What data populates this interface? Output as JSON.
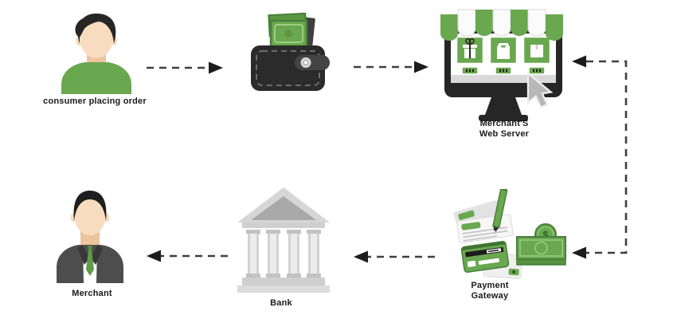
{
  "diagram_type": "payment-flow-diagram",
  "palette": {
    "green": "#6aa84f",
    "green_dark": "#47803a",
    "green_light": "#9dcb84",
    "skin": "#f8dcc0",
    "black": "#262626",
    "suit_gray": "#4d4d4d",
    "bank_gray_light": "#d6d6d6",
    "bank_gray_dark": "#a9a9a9",
    "cursor_gray": "#b8b8b8",
    "arrow_dash": "#3f3f3f",
    "arrow_head": "#1c1c1c",
    "background": "#ffffff"
  },
  "nodes": {
    "consumer": {
      "label": "consumer placing order",
      "icon": "person-green-shirt-icon"
    },
    "wallet": {
      "icon": "wallet-with-cash-icon"
    },
    "web_server": {
      "label_line1": "Merchant'S",
      "label_line2": "Web Server",
      "icon": "storefront-monitor-icon"
    },
    "payment_gateway": {
      "label_line1": "Payment",
      "label_line2": "Gateway",
      "icon": "checks-cards-money-icon",
      "coin_symbol": "$"
    },
    "bank": {
      "label": "Bank",
      "icon": "bank-building-icon"
    },
    "merchant": {
      "label": "Merchant",
      "icon": "person-suit-icon"
    }
  },
  "connections": [
    {
      "from": "consumer",
      "to": "wallet",
      "style": "dashed",
      "arrowhead": "right"
    },
    {
      "from": "wallet",
      "to": "web_server",
      "style": "dashed",
      "arrowhead": "right"
    },
    {
      "between": [
        "web_server",
        "payment_gateway"
      ],
      "style": "dashed-elbow",
      "arrowheads": "left-into-both"
    },
    {
      "from": "payment_gateway",
      "to": "bank",
      "style": "dashed",
      "arrowhead": "left"
    },
    {
      "from": "bank",
      "to": "merchant",
      "style": "dashed",
      "arrowhead": "left"
    }
  ]
}
